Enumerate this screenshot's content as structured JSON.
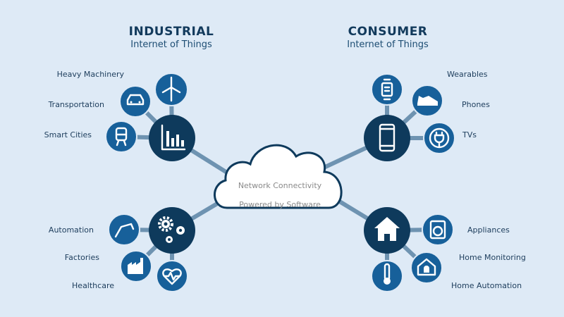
{
  "industrial": {
    "title": "INDUSTRIAL",
    "subtitle": "Internet of Things",
    "labels": [
      "Heavy Machinery",
      "Transportation",
      "Smart Cities",
      "Automation",
      "Factories",
      "Healthcare"
    ]
  },
  "consumer": {
    "title": "CONSUMER",
    "subtitle": "Internet of Things",
    "labels": [
      "Wearables",
      "Phones",
      "TVs",
      "Appliances",
      "Home Monitoring",
      "Home Automation"
    ]
  },
  "cloud": {
    "line1": "Network Connectivity",
    "line2": "Powered by Software"
  },
  "colors": {
    "background": "#deeaf6",
    "hub": "#0e3a5c",
    "satellite": "#17609a",
    "connector": "#6e93b1"
  }
}
